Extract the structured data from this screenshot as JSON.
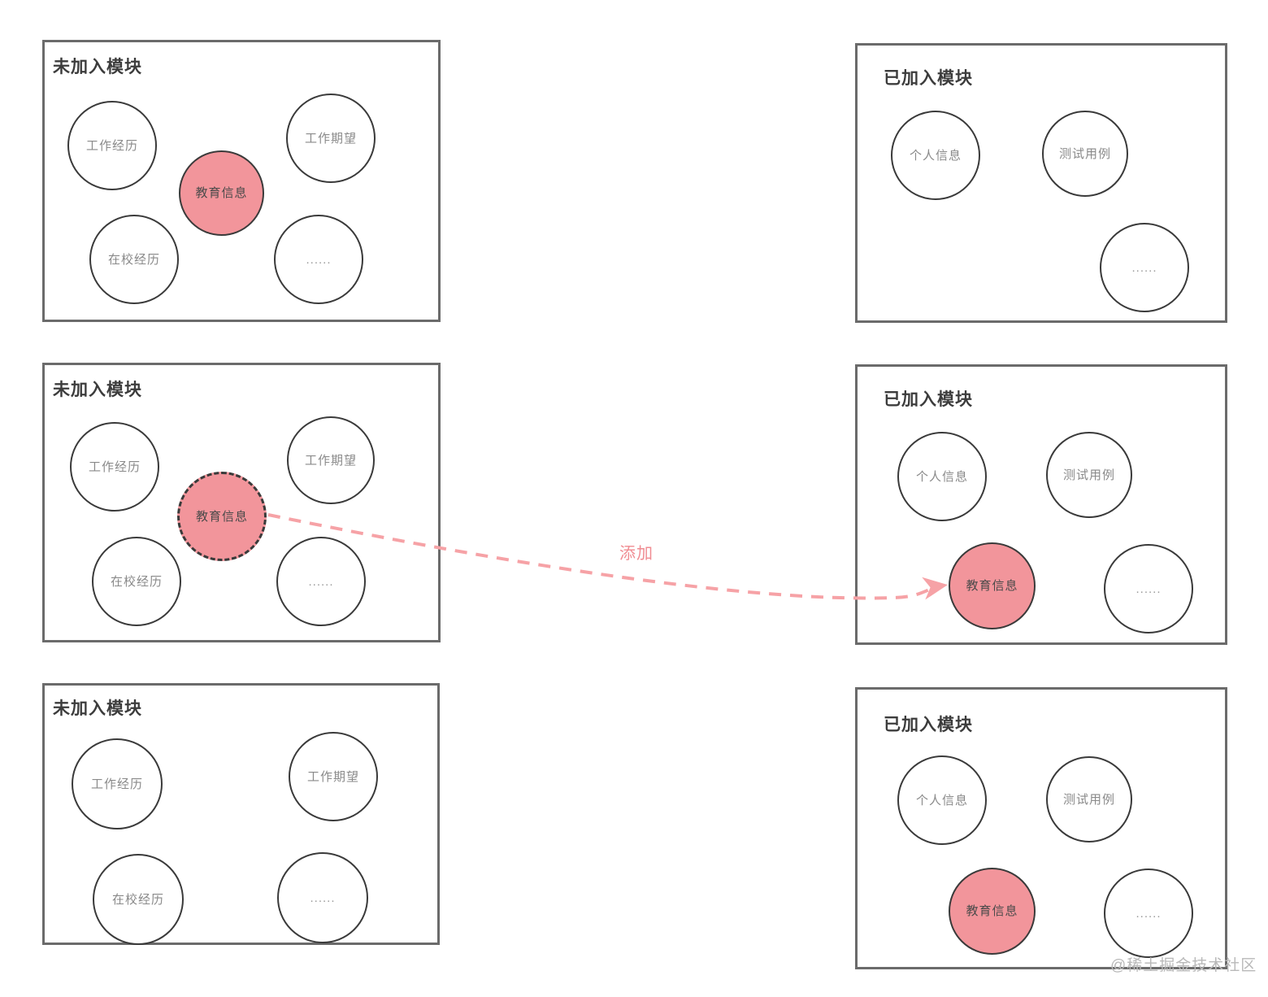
{
  "colors": {
    "panel_border": "#6b6b6b",
    "bubble_border": "#3a3a3a",
    "bubble_label": "#8a8a8a",
    "highlight_fill": "#F2959B",
    "arrow": "#F08C92",
    "watermark": "#b9b9b9",
    "background": "#ffffff"
  },
  "watermark": {
    "text": "@稀土掘金技术社区"
  },
  "arrow": {
    "label": "添加",
    "style": "dashed-curved-arrow",
    "direction": "left-to-right"
  },
  "rows": [
    {
      "id": "row-initial",
      "left_panel": {
        "title": "未加入模块",
        "bubbles": [
          {
            "label": "工作经历",
            "state": "normal"
          },
          {
            "label": "教育信息",
            "state": "highlight"
          },
          {
            "label": "工作期望",
            "state": "normal"
          },
          {
            "label": "在校经历",
            "state": "normal"
          },
          {
            "label": "......",
            "state": "dots"
          }
        ]
      },
      "right_panel": {
        "title": "已加入模块",
        "bubbles": [
          {
            "label": "个人信息",
            "state": "normal"
          },
          {
            "label": "测试用例",
            "state": "normal"
          },
          {
            "label": "......",
            "state": "dots"
          }
        ]
      }
    },
    {
      "id": "row-dragging",
      "left_panel": {
        "title": "未加入模块",
        "bubbles": [
          {
            "label": "工作经历",
            "state": "normal"
          },
          {
            "label": "教育信息",
            "state": "highlight-dashed"
          },
          {
            "label": "工作期望",
            "state": "normal"
          },
          {
            "label": "在校经历",
            "state": "normal"
          },
          {
            "label": "......",
            "state": "dots"
          }
        ]
      },
      "right_panel": {
        "title": "已加入模块",
        "bubbles": [
          {
            "label": "个人信息",
            "state": "normal"
          },
          {
            "label": "测试用例",
            "state": "normal"
          },
          {
            "label": "教育信息",
            "state": "highlight"
          },
          {
            "label": "......",
            "state": "dots"
          }
        ]
      }
    },
    {
      "id": "row-result",
      "left_panel": {
        "title": "未加入模块",
        "bubbles": [
          {
            "label": "工作经历",
            "state": "normal"
          },
          {
            "label": "工作期望",
            "state": "normal"
          },
          {
            "label": "在校经历",
            "state": "normal"
          },
          {
            "label": "......",
            "state": "dots"
          }
        ]
      },
      "right_panel": {
        "title": "已加入模块",
        "bubbles": [
          {
            "label": "个人信息",
            "state": "normal"
          },
          {
            "label": "测试用例",
            "state": "normal"
          },
          {
            "label": "教育信息",
            "state": "highlight"
          },
          {
            "label": "......",
            "state": "dots"
          }
        ]
      }
    }
  ]
}
